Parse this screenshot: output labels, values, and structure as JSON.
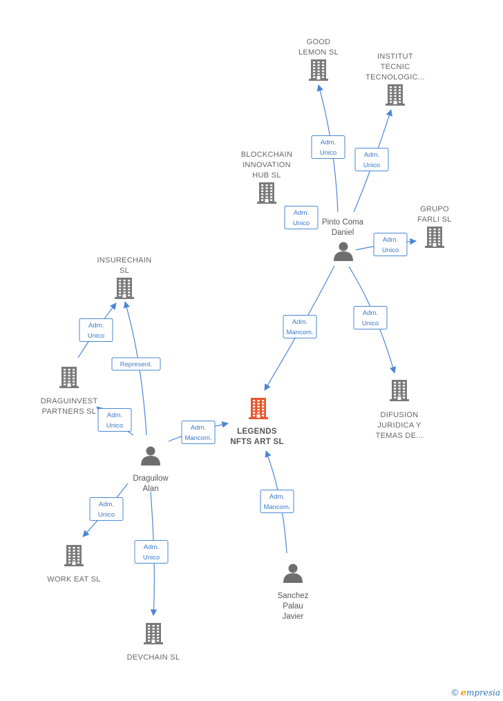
{
  "colors": {
    "company": "#7a7a7a",
    "company_center": "#e8582c",
    "person": "#6e6e6e",
    "edge": "#4a86d4"
  },
  "companies": [
    {
      "id": "good",
      "lines": [
        "GOOD",
        "LEMON  SL"
      ]
    },
    {
      "id": "institut",
      "lines": [
        "INSTITUT",
        "TECNIC",
        "TECNOLOGIC..."
      ]
    },
    {
      "id": "blockchain",
      "lines": [
        "BLOCKCHAIN",
        "INNOVATION",
        "HUB  SL"
      ]
    },
    {
      "id": "farli",
      "lines": [
        "GRUPO",
        "FARLI  SL"
      ]
    },
    {
      "id": "insure",
      "lines": [
        "INSURECHAIN",
        "SL"
      ]
    },
    {
      "id": "draguinvest",
      "lines": [
        "DRAGUINVEST",
        "PARTNERS  SL"
      ]
    },
    {
      "id": "legends",
      "lines": [
        "LEGENDS",
        "NFTS ART  SL"
      ],
      "center": true
    },
    {
      "id": "difusion",
      "lines": [
        "DIFUSION",
        "JURIDICA Y",
        "TEMAS DE..."
      ]
    },
    {
      "id": "workeat",
      "lines": [
        "WORK EAT  SL"
      ]
    },
    {
      "id": "devchain",
      "lines": [
        "DEVCHAIN  SL"
      ]
    }
  ],
  "persons": [
    {
      "id": "pinto",
      "lines": [
        "Pinto Coma",
        "Daniel"
      ]
    },
    {
      "id": "draguilow",
      "lines": [
        "Draguilow",
        "Alan"
      ]
    },
    {
      "id": "sanchez",
      "lines": [
        "Sanchez",
        "Palau",
        "Javier"
      ]
    }
  ],
  "edges": [
    {
      "from": "pinto",
      "to": "good",
      "label": [
        "Adm.",
        "Unico"
      ]
    },
    {
      "from": "pinto",
      "to": "institut",
      "label": [
        "Adm.",
        "Unico"
      ]
    },
    {
      "from": "pinto",
      "to": "blockchain",
      "label": [
        "Adm.",
        "Unico"
      ]
    },
    {
      "from": "pinto",
      "to": "farli",
      "label": [
        "Adm.",
        "Unico"
      ]
    },
    {
      "from": "pinto",
      "to": "legends",
      "label": [
        "Adm.",
        "Mancom."
      ]
    },
    {
      "from": "pinto",
      "to": "difusion",
      "label": [
        "Adm.",
        "Unico"
      ]
    },
    {
      "from": "draguinvest",
      "to": "insure",
      "label": [
        "Adm.",
        "Unico"
      ]
    },
    {
      "from": "draguilow",
      "to": "insure",
      "label": [
        "Represent."
      ]
    },
    {
      "from": "draguilow",
      "to": "draguinvest",
      "label": [
        "Adm.",
        "Unico"
      ]
    },
    {
      "from": "draguilow",
      "to": "legends",
      "label": [
        "Adm.",
        "Mancom."
      ]
    },
    {
      "from": "draguilow",
      "to": "workeat",
      "label": [
        "Adm.",
        "Unico"
      ]
    },
    {
      "from": "draguilow",
      "to": "devchain",
      "label": [
        "Adm.",
        "Unico"
      ]
    },
    {
      "from": "sanchez",
      "to": "legends",
      "label": [
        "Adm.",
        "Mancom."
      ]
    }
  ],
  "footer": {
    "copyright": "©",
    "brand_initial": "e",
    "brand_rest": "mpresia"
  }
}
